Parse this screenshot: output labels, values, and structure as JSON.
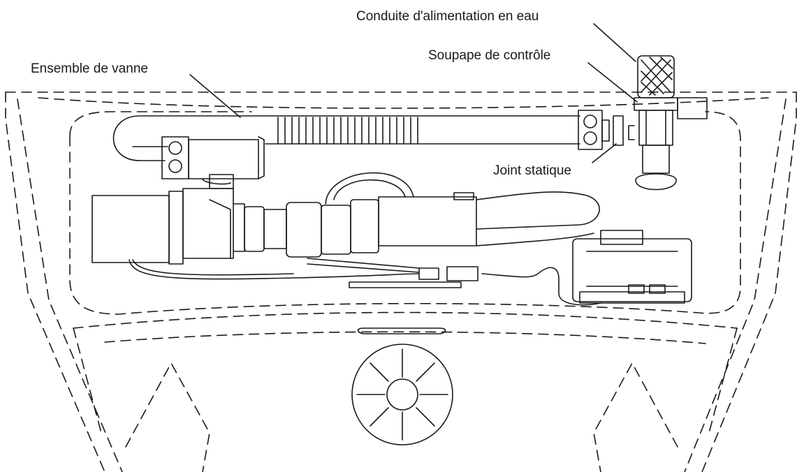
{
  "labels": {
    "water_line": "Conduite d'alimentation en eau",
    "check_valve": "Soupape de contrôle",
    "valve_assembly": "Ensemble de vanne",
    "static_seal": "Joint statique"
  },
  "colors": {
    "line": "#1a1a1a",
    "background": "#ffffff"
  }
}
